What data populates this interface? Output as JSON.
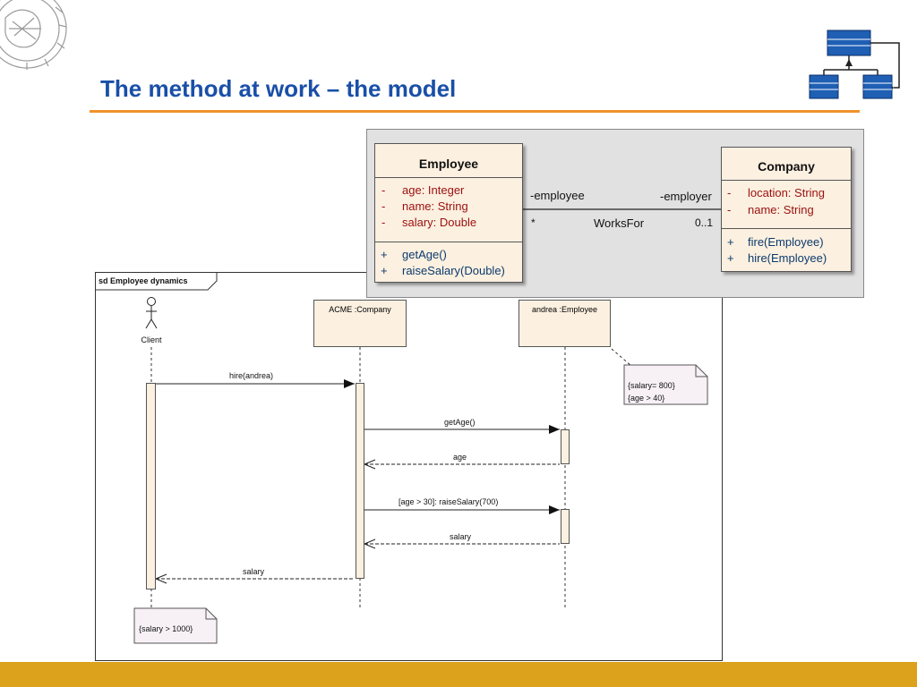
{
  "slide": {
    "title": "The method at work – the model"
  },
  "class_diagram": {
    "employee": {
      "name": "Employee",
      "attributes": [
        {
          "visibility": "-",
          "text": "age:  Integer"
        },
        {
          "visibility": "-",
          "text": "name:  String"
        },
        {
          "visibility": "-",
          "text": "salary:  Double"
        }
      ],
      "operations": [
        {
          "visibility": "+",
          "text": "getAge()"
        },
        {
          "visibility": "+",
          "text": "raiseSalary(Double)"
        }
      ]
    },
    "company": {
      "name": "Company",
      "attributes": [
        {
          "visibility": "-",
          "text": "location:  String"
        },
        {
          "visibility": "-",
          "text": "name:  String"
        }
      ],
      "operations": [
        {
          "visibility": "+",
          "text": "fire(Employee)"
        },
        {
          "visibility": "+",
          "text": "hire(Employee)"
        }
      ]
    },
    "association": {
      "name": "WorksFor",
      "left_role": "-employee",
      "right_role": "-employer",
      "left_multiplicity": "*",
      "right_multiplicity": "0..1"
    }
  },
  "sequence_diagram": {
    "frame_label": "sd Employee dynamics",
    "actor": {
      "name": "Client"
    },
    "lifelines": {
      "company": "ACME :Company",
      "employee": "andrea :Employee"
    },
    "messages": {
      "hire": "hire(andrea)",
      "get_age": "getAge()",
      "age_return": "age",
      "raise_salary": "[age  > 30]: raiseSalary(700)",
      "salary_return_employee": "salary",
      "salary_return_client": "salary"
    },
    "notes": {
      "employee_note": [
        "{salary= 800}",
        "{age > 40}"
      ],
      "client_note": "{salary > 1000}"
    }
  },
  "colors": {
    "title": "#1a4fa8",
    "rule": "#f0922b",
    "footer": "#dca21c",
    "class_fill": "#fcf0e0",
    "attribute_text": "#9a1010",
    "operation_text": "#0c3a6e",
    "icon_blue": "#1f5fb4"
  }
}
